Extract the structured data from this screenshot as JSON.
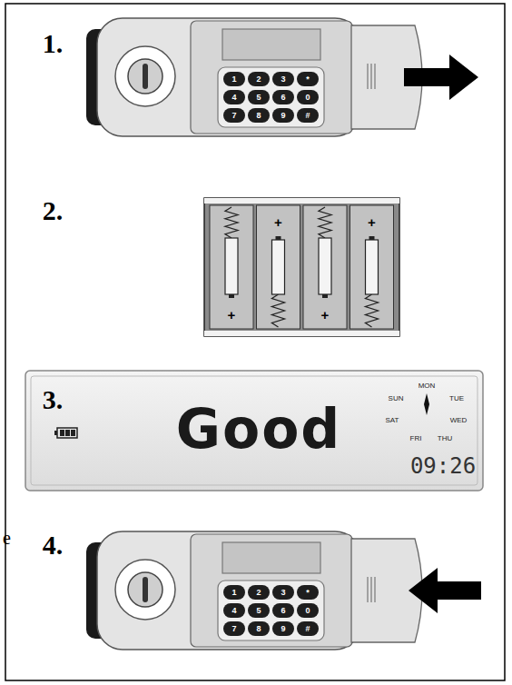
{
  "diagram": {
    "labels": [
      "1.",
      "1",
      "2",
      "3",
      "*",
      "4",
      "5",
      "6",
      "0",
      "7",
      "8",
      "9",
      "#",
      "2.",
      "+",
      "+",
      "+",
      "+",
      "3.",
      "Good",
      "MON",
      "TUE",
      "WED",
      "THU",
      "FRI",
      "SAT",
      "SUN",
      "09:26",
      "4.",
      "1",
      "2",
      "3",
      "*",
      "4",
      "5",
      "6",
      "0",
      "7",
      "8",
      "9",
      "#",
      "e"
    ]
  }
}
